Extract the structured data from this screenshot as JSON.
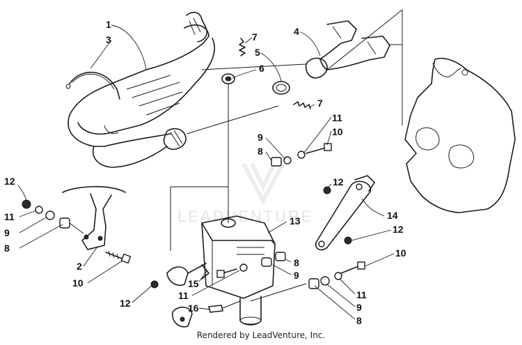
{
  "watermark": "LEADVENTURE",
  "footer": "Rendered by LeadVenture, Inc.",
  "callouts": [
    {
      "id": "c1",
      "text": "1"
    },
    {
      "id": "c3",
      "text": "3"
    },
    {
      "id": "c4",
      "text": "4"
    },
    {
      "id": "c5",
      "text": "5"
    },
    {
      "id": "c6",
      "text": "6"
    },
    {
      "id": "c7a",
      "text": "7"
    },
    {
      "id": "c7b",
      "text": "7"
    },
    {
      "id": "c11a",
      "text": "11"
    },
    {
      "id": "c10a",
      "text": "10"
    },
    {
      "id": "c9a",
      "text": "9"
    },
    {
      "id": "c8a",
      "text": "8"
    },
    {
      "id": "c12a",
      "text": "12"
    },
    {
      "id": "c11b",
      "text": "11"
    },
    {
      "id": "c9b",
      "text": "9"
    },
    {
      "id": "c8b",
      "text": "8"
    },
    {
      "id": "c2",
      "text": "2"
    },
    {
      "id": "c10b",
      "text": "10"
    },
    {
      "id": "c12b",
      "text": "12"
    },
    {
      "id": "c14",
      "text": "14"
    },
    {
      "id": "c12c",
      "text": "12"
    },
    {
      "id": "c13",
      "text": "13"
    },
    {
      "id": "c8c",
      "text": "8"
    },
    {
      "id": "c9c",
      "text": "9"
    },
    {
      "id": "c15",
      "text": "15"
    },
    {
      "id": "c11c",
      "text": "11"
    },
    {
      "id": "c12d",
      "text": "12"
    },
    {
      "id": "c16",
      "text": "16"
    },
    {
      "id": "c10c",
      "text": "10"
    },
    {
      "id": "c11d",
      "text": "11"
    },
    {
      "id": "c9d",
      "text": "9"
    },
    {
      "id": "c8d",
      "text": "8"
    }
  ]
}
